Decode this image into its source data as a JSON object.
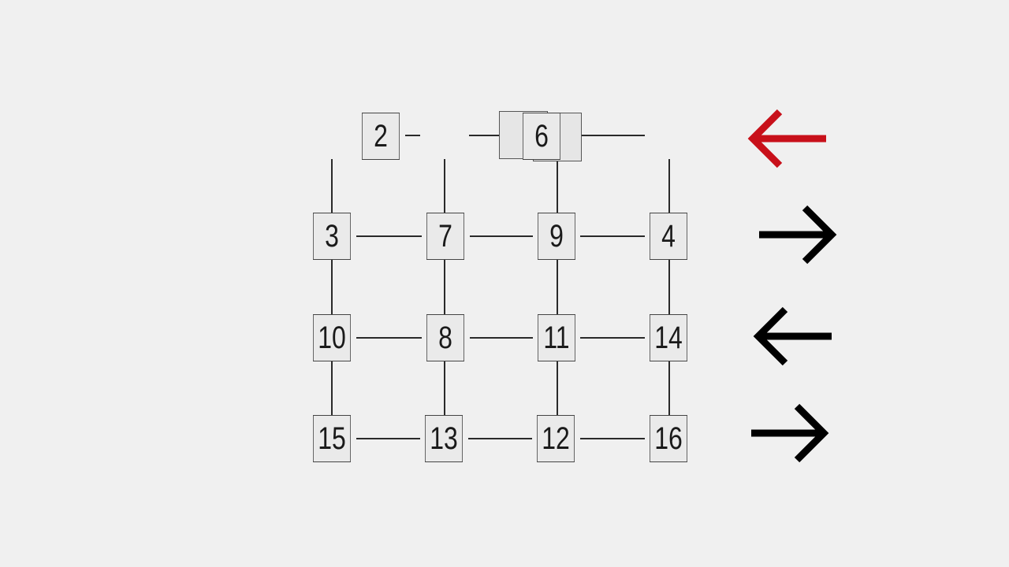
{
  "colors": {
    "background": "#f0f0f0",
    "tile_fill": "#eaeaea",
    "tile_border": "#444444",
    "wire": "#2a2a2a",
    "arrow_active": "#c8101a",
    "arrow_default": "#000000"
  },
  "tiles": {
    "r0c0": "2",
    "r0c2": "6",
    "r1c0": "3",
    "r1c1": "7",
    "r1c2": "9",
    "r1c3": "4",
    "r2c0": "10",
    "r2c1": "8",
    "r2c2": "11",
    "r2c3": "14",
    "r3c0": "15",
    "r3c1": "13",
    "r3c2": "12",
    "r3c3": "16"
  },
  "arrows": [
    {
      "icon": "arrow-left-icon",
      "direction": "left",
      "active": true
    },
    {
      "icon": "arrow-right-icon",
      "direction": "right",
      "active": false
    },
    {
      "icon": "arrow-left-icon",
      "direction": "left",
      "active": false
    },
    {
      "icon": "arrow-right-icon",
      "direction": "right",
      "active": false
    }
  ]
}
